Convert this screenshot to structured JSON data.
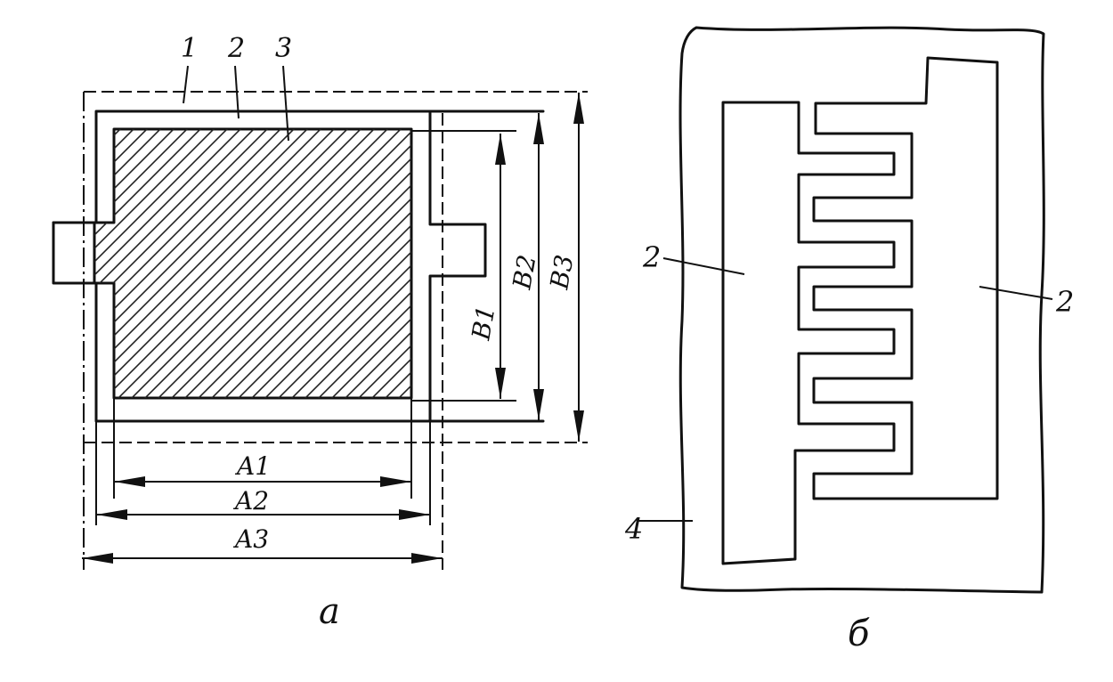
{
  "figure_a": {
    "caption": "а",
    "part_labels": {
      "p1": "1",
      "p2": "2",
      "p3": "3"
    },
    "dimensions": {
      "a1": "A1",
      "a2": "A2",
      "a3": "A3",
      "b1": "B1",
      "b2": "B2",
      "b3": "B3"
    }
  },
  "figure_b": {
    "caption": "б",
    "labels": {
      "left_comb": "2",
      "right_comb": "2",
      "substrate": "4"
    }
  }
}
